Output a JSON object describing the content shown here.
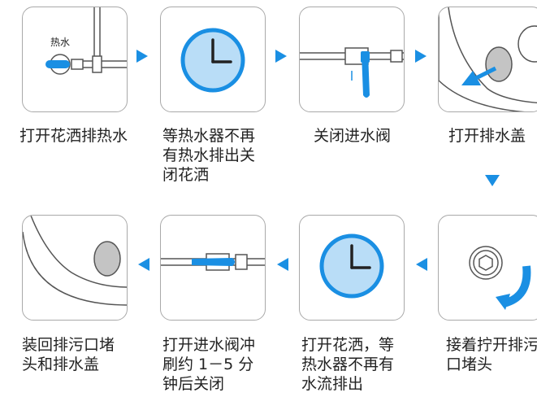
{
  "steps": [
    {
      "label": "打开花洒排热水",
      "icon_text": "热水",
      "illustration": "shower-hot-water-icon"
    },
    {
      "label": "等热水器不再\n有热水排出关\n闭花洒",
      "illustration": "clock-icon"
    },
    {
      "label": "关闭进水阀",
      "illustration": "inlet-valve-closed-icon"
    },
    {
      "label": "打开排水盖",
      "illustration": "drain-cover-open-icon"
    },
    {
      "label": "接着拧开排污\n口堵头",
      "illustration": "drain-plug-unscrew-icon"
    },
    {
      "label": "打开花洒，等\n热水器不再有\n水流排出",
      "illustration": "clock-icon"
    },
    {
      "label": "打开进水阀冲\n刷约 1－5 分\n钟后关闭",
      "illustration": "inlet-valve-open-icon"
    },
    {
      "label": "装回排污口堵\n头和排水盖",
      "illustration": "drain-cover-closed-icon"
    }
  ],
  "colors": {
    "accent": "#1a8fe3",
    "clock_face": "#b9ddf7",
    "line": "#555555",
    "card_border": "#a9a9a9",
    "plug_grey": "#c4c4c4"
  }
}
